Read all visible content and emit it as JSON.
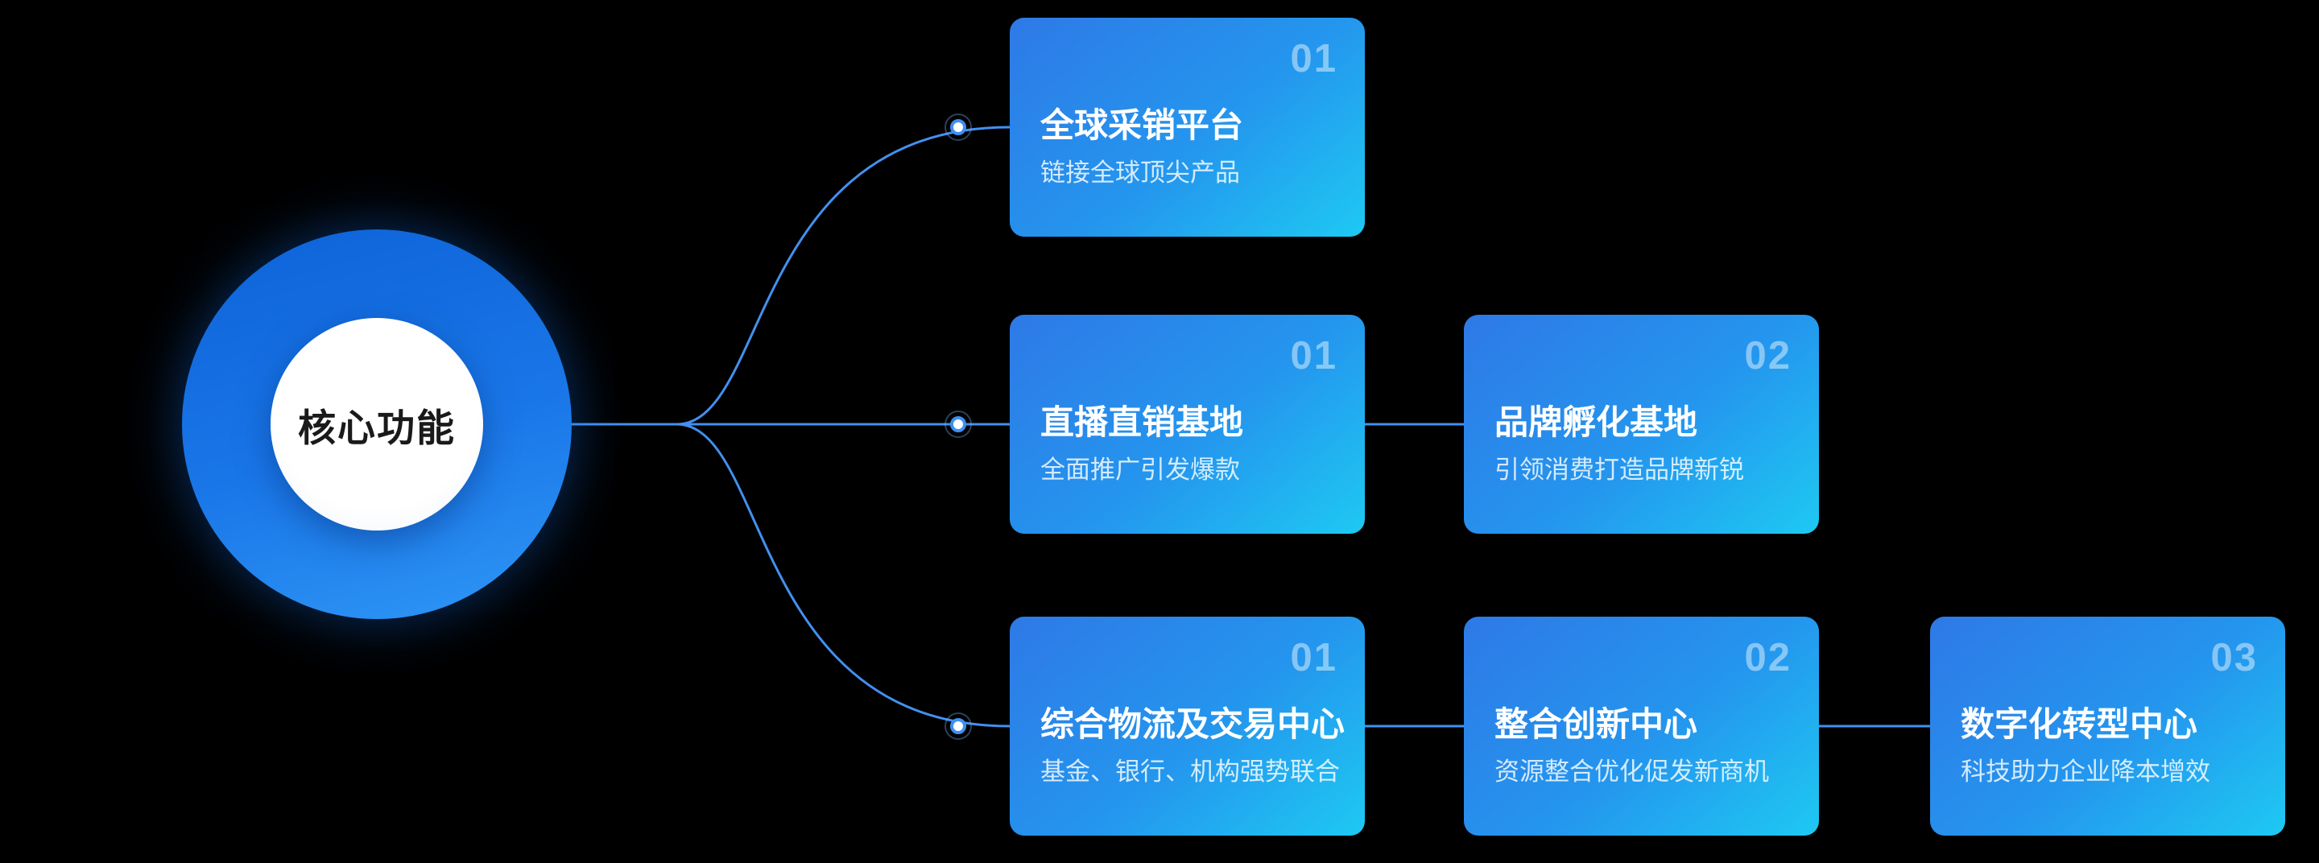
{
  "center": {
    "label": "核心功能"
  },
  "branches": [
    {
      "cards": [
        {
          "number": "01",
          "title": "全球采销平台",
          "subtitle": "链接全球顶尖产品"
        }
      ]
    },
    {
      "cards": [
        {
          "number": "01",
          "title": "直播直销基地",
          "subtitle": "全面推广引发爆款"
        },
        {
          "number": "02",
          "title": "品牌孵化基地",
          "subtitle": "引领消费打造品牌新锐"
        }
      ]
    },
    {
      "cards": [
        {
          "number": "01",
          "title": "综合物流及交易中心",
          "subtitle": "基金、银行、机构强势联合"
        },
        {
          "number": "02",
          "title": "整合创新中心",
          "subtitle": "资源整合优化促发新商机"
        },
        {
          "number": "03",
          "title": "数字化转型中心",
          "subtitle": "科技助力企业降本增效"
        }
      ]
    }
  ],
  "colors": {
    "background": "#000000",
    "connector_blue": "#4390EF",
    "card_gradient_start": "#2E79E6",
    "card_gradient_end": "#1EC9F2",
    "hub_blue": "#1A77E8",
    "hub_inner": "#FFFFFF",
    "number_tint": "rgba(255,255,255,0.45)"
  }
}
